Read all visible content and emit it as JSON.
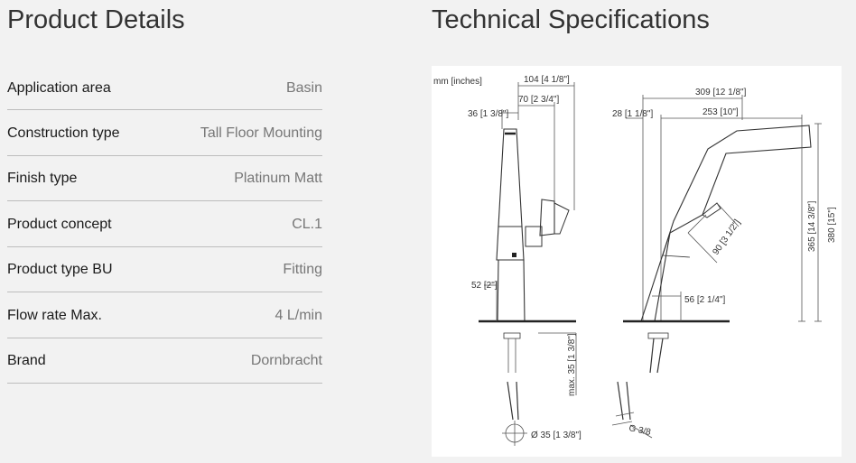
{
  "product_details": {
    "title": "Product Details",
    "rows": [
      {
        "label": "Application area",
        "value": "Basin"
      },
      {
        "label": "Construction type",
        "value": "Tall Floor Mounting"
      },
      {
        "label": "Finish type",
        "value": "Platinum Matt"
      },
      {
        "label": "Product concept",
        "value": "CL.1"
      },
      {
        "label": "Product type BU",
        "value": "Fitting"
      },
      {
        "label": "Flow rate Max.",
        "value": "4 L/min"
      },
      {
        "label": "Brand",
        "value": "Dornbracht"
      }
    ]
  },
  "technical_specifications": {
    "title": "Technical Specifications",
    "drawing": {
      "units_note": "mm [inches]",
      "front": {
        "dim_width_top": "104 [4 1/8\"]",
        "dim_width_mid": "70 [2 3/4\"]",
        "dim_spout": "36 [1 3/8\"]",
        "dim_base": "52 [2\"]",
        "dim_max_depth": "max. 35 [1 3/8\"]",
        "dim_hole": "Ø 35 [1 3/8\"]"
      },
      "side": {
        "dim_reach_total": "309 [12 1/8\"]",
        "dim_reach": "253 [10\"]",
        "dim_left": "28 [1 1/8\"]",
        "dim_height_total": "380 [15\"]",
        "dim_height": "365 [14 3/8\"]",
        "dim_lever": "90 [3 1/2\"]",
        "dim_base": "56 [2 1/4\"]",
        "thread": "G 3/8"
      }
    }
  }
}
